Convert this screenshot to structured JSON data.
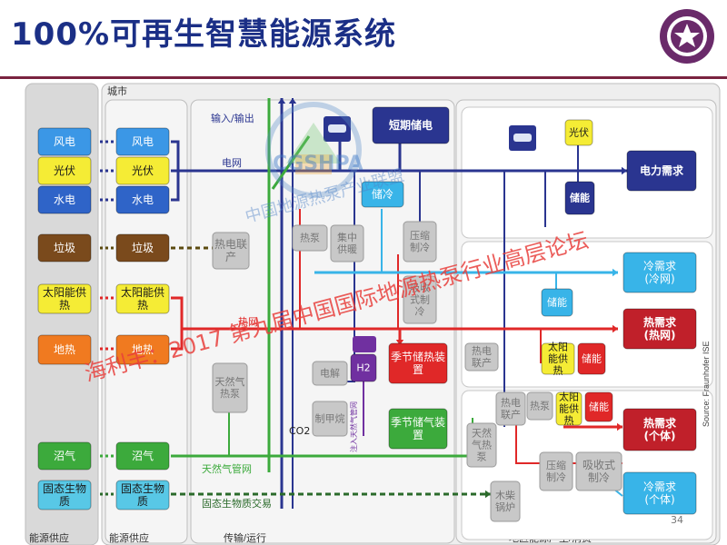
{
  "title": "100%可再生智慧能源系统",
  "regions": [
    {
      "id": "supply",
      "label": "能源供应"
    },
    {
      "id": "city",
      "label": "城市"
    },
    {
      "id": "city_supply",
      "label": "能源供应"
    },
    {
      "id": "transport",
      "label": "传输/运行"
    },
    {
      "id": "district",
      "label": "地区能源产生/消费"
    }
  ],
  "nodes": [
    {
      "id": "wind_src",
      "label": "风电",
      "color": "#3b97e6"
    },
    {
      "id": "pv_src",
      "label": "光伏",
      "color": "#f5ec35"
    },
    {
      "id": "hydro_src",
      "label": "水电",
      "color": "#2f64c8"
    },
    {
      "id": "waste_src",
      "label": "垃圾",
      "color": "#7a4a1c"
    },
    {
      "id": "solar_src",
      "label": "太阳能供热",
      "color": "#f5ec35"
    },
    {
      "id": "geo_src",
      "label": "地热",
      "color": "#f07a20"
    },
    {
      "id": "biogas_src",
      "label": "沼气",
      "color": "#3caa3c"
    },
    {
      "id": "biomass_src",
      "label": "固态生物质",
      "color": "#58c8e6"
    },
    {
      "id": "wind_city",
      "label": "风电",
      "color": "#3b97e6"
    },
    {
      "id": "pv_city",
      "label": "光伏",
      "color": "#f5ec35"
    },
    {
      "id": "hydro_city",
      "label": "水电",
      "color": "#2f64c8"
    },
    {
      "id": "waste_city",
      "label": "垃圾",
      "color": "#7a4a1c"
    },
    {
      "id": "solar_city",
      "label": "太阳能供热",
      "color": "#f5ec35"
    },
    {
      "id": "geo_city",
      "label": "地热",
      "color": "#f07a20"
    },
    {
      "id": "biogas_city",
      "label": "沼气",
      "color": "#3caa3c"
    },
    {
      "id": "biomass_city",
      "label": "固态生物质",
      "color": "#58c8e6"
    },
    {
      "id": "chp_city",
      "label": "热电联产",
      "color": "#c8c8c8"
    },
    {
      "id": "gas_hp",
      "label": "天然气热泵",
      "color": "#c8c8c8"
    },
    {
      "id": "heat_pump",
      "label": "热泵",
      "color": "#c8c8c8"
    },
    {
      "id": "central_heat",
      "label": "集中供暖",
      "color": "#c8c8c8"
    },
    {
      "id": "compress_cool",
      "label": "压缩制冷",
      "color": "#c8c8c8"
    },
    {
      "id": "absorb_cool",
      "label": "吸收式制冷",
      "color": "#c8c8c8"
    },
    {
      "id": "short_storage",
      "label": "短期储电",
      "color": "#2a3590"
    },
    {
      "id": "cold_store",
      "label": "储冷",
      "color": "#38b4e8"
    },
    {
      "id": "electrolysis",
      "label": "电解",
      "color": "#c8c8c8"
    },
    {
      "id": "h2",
      "label": "H2",
      "color": "#7030a0"
    },
    {
      "id": "methanation",
      "label": "制甲烷",
      "color": "#c8c8c8"
    },
    {
      "id": "seasonal_heat",
      "label": "季节储热装置",
      "color": "#e02828"
    },
    {
      "id": "seasonal_gas",
      "label": "季节储气装置",
      "color": "#3caa3c"
    },
    {
      "id": "pv_district",
      "label": "光伏",
      "color": "#f5ec35"
    },
    {
      "id": "store_pv",
      "label": "储能",
      "color": "#2a3590"
    },
    {
      "id": "power_demand",
      "label": "电力需求",
      "color": "#2a3590"
    },
    {
      "id": "store_cool",
      "label": "储能",
      "color": "#38b4e8"
    },
    {
      "id": "cool_demand_net",
      "label": "冷需求(冷网)",
      "color": "#38b4e8"
    },
    {
      "id": "chp_district",
      "label": "热电联产",
      "color": "#c8c8c8"
    },
    {
      "id": "solar_district",
      "label": "太阳能供热",
      "color": "#f5ec35"
    },
    {
      "id": "store_heat",
      "label": "储能",
      "color": "#e02828"
    },
    {
      "id": "heat_demand_net",
      "label": "热需求(热网)",
      "color": "#c0202a"
    },
    {
      "id": "chp_ind",
      "label": "热电联产",
      "color": "#c8c8c8"
    },
    {
      "id": "hp_ind",
      "label": "热泵",
      "color": "#c8c8c8"
    },
    {
      "id": "solar_ind",
      "label": "太阳能供热",
      "color": "#f5ec35"
    },
    {
      "id": "store_ind",
      "label": "储能",
      "color": "#e02828"
    },
    {
      "id": "gas_hp_ind",
      "label": "天然气热泵",
      "color": "#c8c8c8"
    },
    {
      "id": "compress_ind",
      "label": "压缩制冷",
      "color": "#c8c8c8"
    },
    {
      "id": "absorb_ind",
      "label": "吸收式制冷",
      "color": "#c8c8c8"
    },
    {
      "id": "wood_boiler",
      "label": "木柴锅炉",
      "color": "#c8c8c8"
    },
    {
      "id": "heat_demand_ind",
      "label": "热需求(个体)",
      "color": "#c0202a"
    },
    {
      "id": "cool_demand_ind",
      "label": "冷需求(个体)",
      "color": "#38b4e8"
    }
  ],
  "network_labels": {
    "io": "输入/输出",
    "grid": "电网",
    "heat_net": "热网",
    "gas_net": "天然气管网",
    "biomass_trade": "固态生物质交易",
    "co2": "CO2",
    "gas_inject": "注入天然气管网"
  },
  "watermark_1": "中国地源热泵产业联盟",
  "watermark_2": "海利丰：2017 第九届中国国际地源热泵行业高层论坛",
  "logo_text": "CGSHPA",
  "source": "Source: Fraunhofer ISE",
  "page": "34"
}
